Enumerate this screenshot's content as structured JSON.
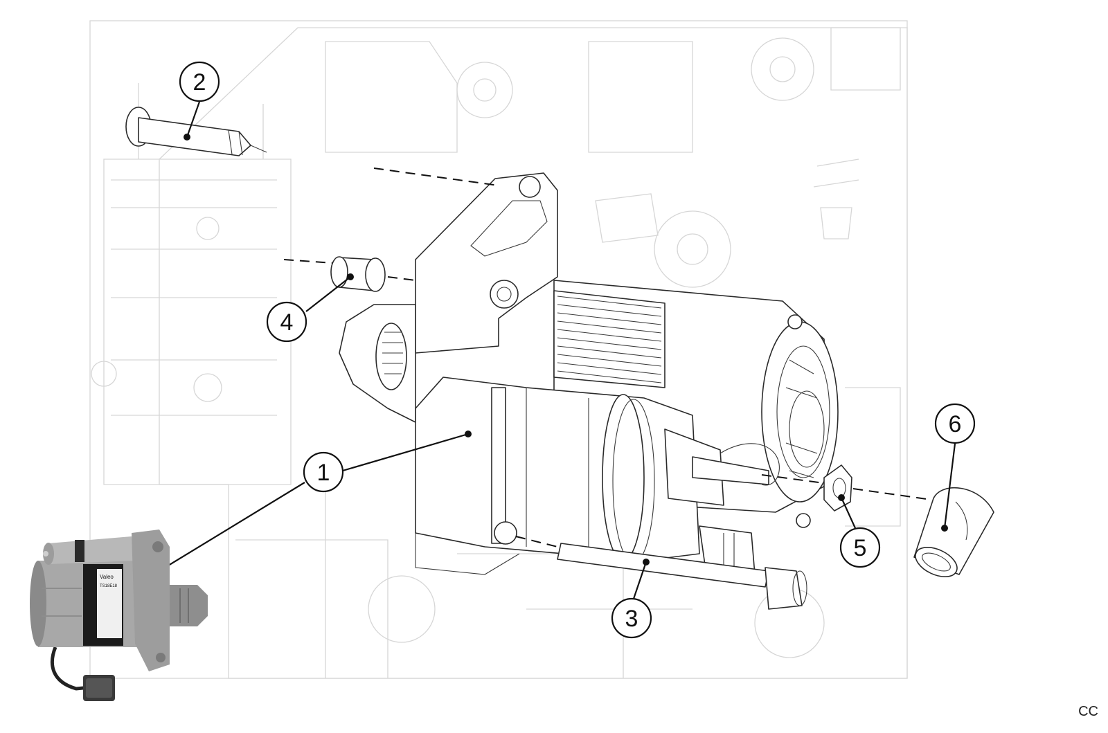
{
  "callouts": [
    {
      "id": "1",
      "label": "1"
    },
    {
      "id": "2",
      "label": "2"
    },
    {
      "id": "3",
      "label": "3"
    },
    {
      "id": "4",
      "label": "4"
    },
    {
      "id": "5",
      "label": "5"
    },
    {
      "id": "6",
      "label": "6"
    }
  ],
  "corner_code": "CC",
  "photo_label": {
    "brand": "Valeo",
    "code": "TS18E18"
  },
  "colors": {
    "line": "#2a2a2a",
    "background_lines": "#d6d6d6",
    "photo_body": "#9a9a9a",
    "photo_band": "#1b1b1b"
  }
}
